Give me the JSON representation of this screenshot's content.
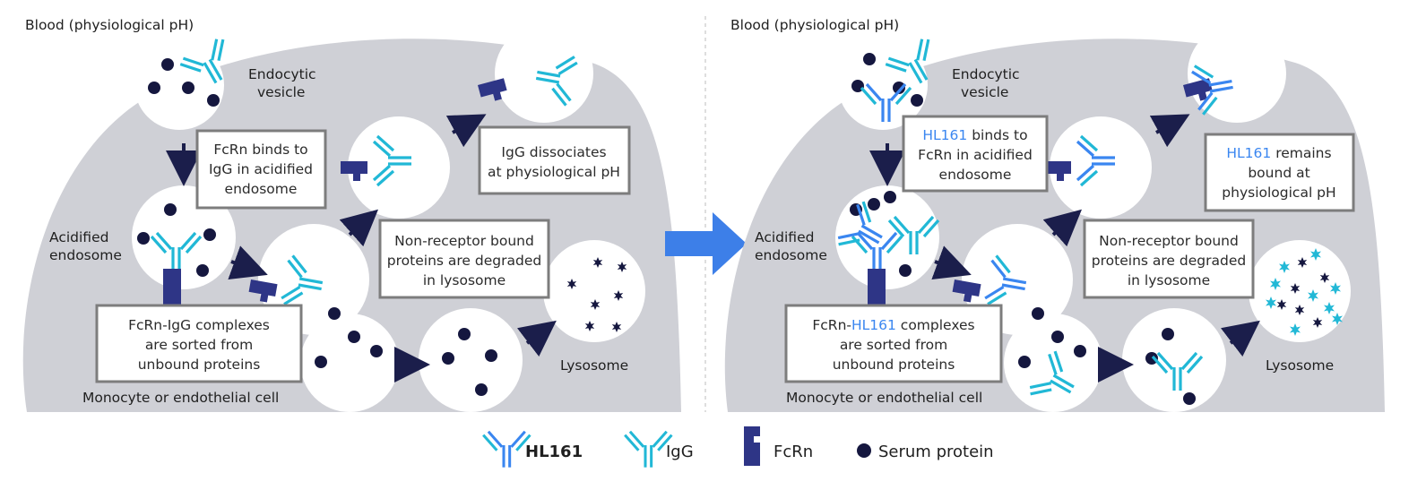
{
  "colors": {
    "hl161": "#3a86f0",
    "igg": "#21b8d6",
    "fcrn": "#2e3586",
    "serum_protein": "#15173f",
    "cell": "#cfd0d6",
    "box_border": "#7d7d7d",
    "arrow": "#1b1e4b",
    "big_arrow": "#3d7fe8"
  },
  "left_panel": {
    "blood_label": "Blood (physiological pH)",
    "endocytic_vesicle": [
      "Endocytic",
      "vesicle"
    ],
    "acidified_endosome": [
      "Acidified",
      "endosome"
    ],
    "box_fcrn_binds": [
      "FcRn binds to",
      "IgG in acidified",
      "endosome"
    ],
    "box_igg_dissociates": [
      "IgG dissociates",
      "at physiological pH"
    ],
    "box_non_receptor": [
      "Non-receptor bound",
      "proteins are degraded",
      "in lysosome"
    ],
    "box_sorted": [
      "FcRn-IgG complexes",
      "are sorted from",
      "unbound proteins"
    ],
    "lysosome": "Lysosome",
    "cell_label": "Monocyte or endothelial cell"
  },
  "right_panel": {
    "blood_label": "Blood (physiological pH)",
    "endocytic_vesicle": [
      "Endocytic",
      "vesicle"
    ],
    "acidified_endosome": [
      "Acidified",
      "endosome"
    ],
    "box_binds": {
      "hl": "HL161",
      "rest1": " binds to",
      "line2": "FcRn in acidified",
      "line3": "endosome"
    },
    "box_remains": {
      "hl": "HL161",
      "rest1": " remains",
      "line2": "bound at",
      "line3": "physiological pH"
    },
    "box_non_receptor": [
      "Non-receptor bound",
      "proteins are degraded",
      "in lysosome"
    ],
    "box_sorted": {
      "pre": "FcRn-",
      "hl": "HL161",
      "post": " complexes",
      "line2": "are sorted from",
      "line3": "unbound proteins"
    },
    "lysosome": "Lysosome",
    "cell_label": "Monocyte or endothelial cell"
  },
  "legend": [
    {
      "icon": "hl161-antibody-icon",
      "label": "HL161"
    },
    {
      "icon": "igg-antibody-icon",
      "label": "IgG"
    },
    {
      "icon": "fcrn-receptor-icon",
      "label": "FcRn"
    },
    {
      "icon": "serum-protein-icon",
      "label": "Serum protein"
    }
  ]
}
